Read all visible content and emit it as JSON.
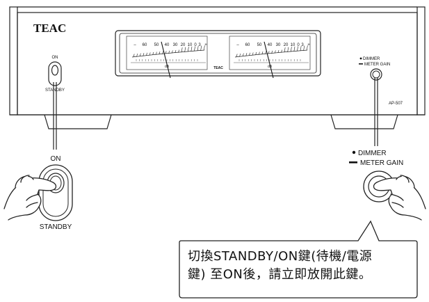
{
  "device": {
    "brand": "TEAC",
    "model": "AP-507",
    "power_switch_on_label": "ON",
    "power_switch_standby_label": "STANDBY",
    "dimmer_label": "DIMMER",
    "meter_gain_label": "METER GAIN",
    "meter_center_brand": "TEAC",
    "meter_scale_left": [
      "–",
      "60",
      "50",
      "40",
      "30",
      "20",
      "10",
      "0",
      "3",
      "+"
    ],
    "meter_scale_right": [
      "–",
      "60",
      "50",
      "40",
      "30",
      "20",
      "10",
      "0",
      "3",
      "+"
    ],
    "meter_unit": "dB"
  },
  "zoom": {
    "power_on_label": "ON",
    "power_standby_label": "STANDBY",
    "dimmer_label": "DIMMER",
    "meter_gain_label": "METER GAIN"
  },
  "callout": {
    "line1": "切換STANDBY/ON鍵(待機/電源",
    "line2": "鍵) 至ON後，請立即放開此鍵。"
  }
}
